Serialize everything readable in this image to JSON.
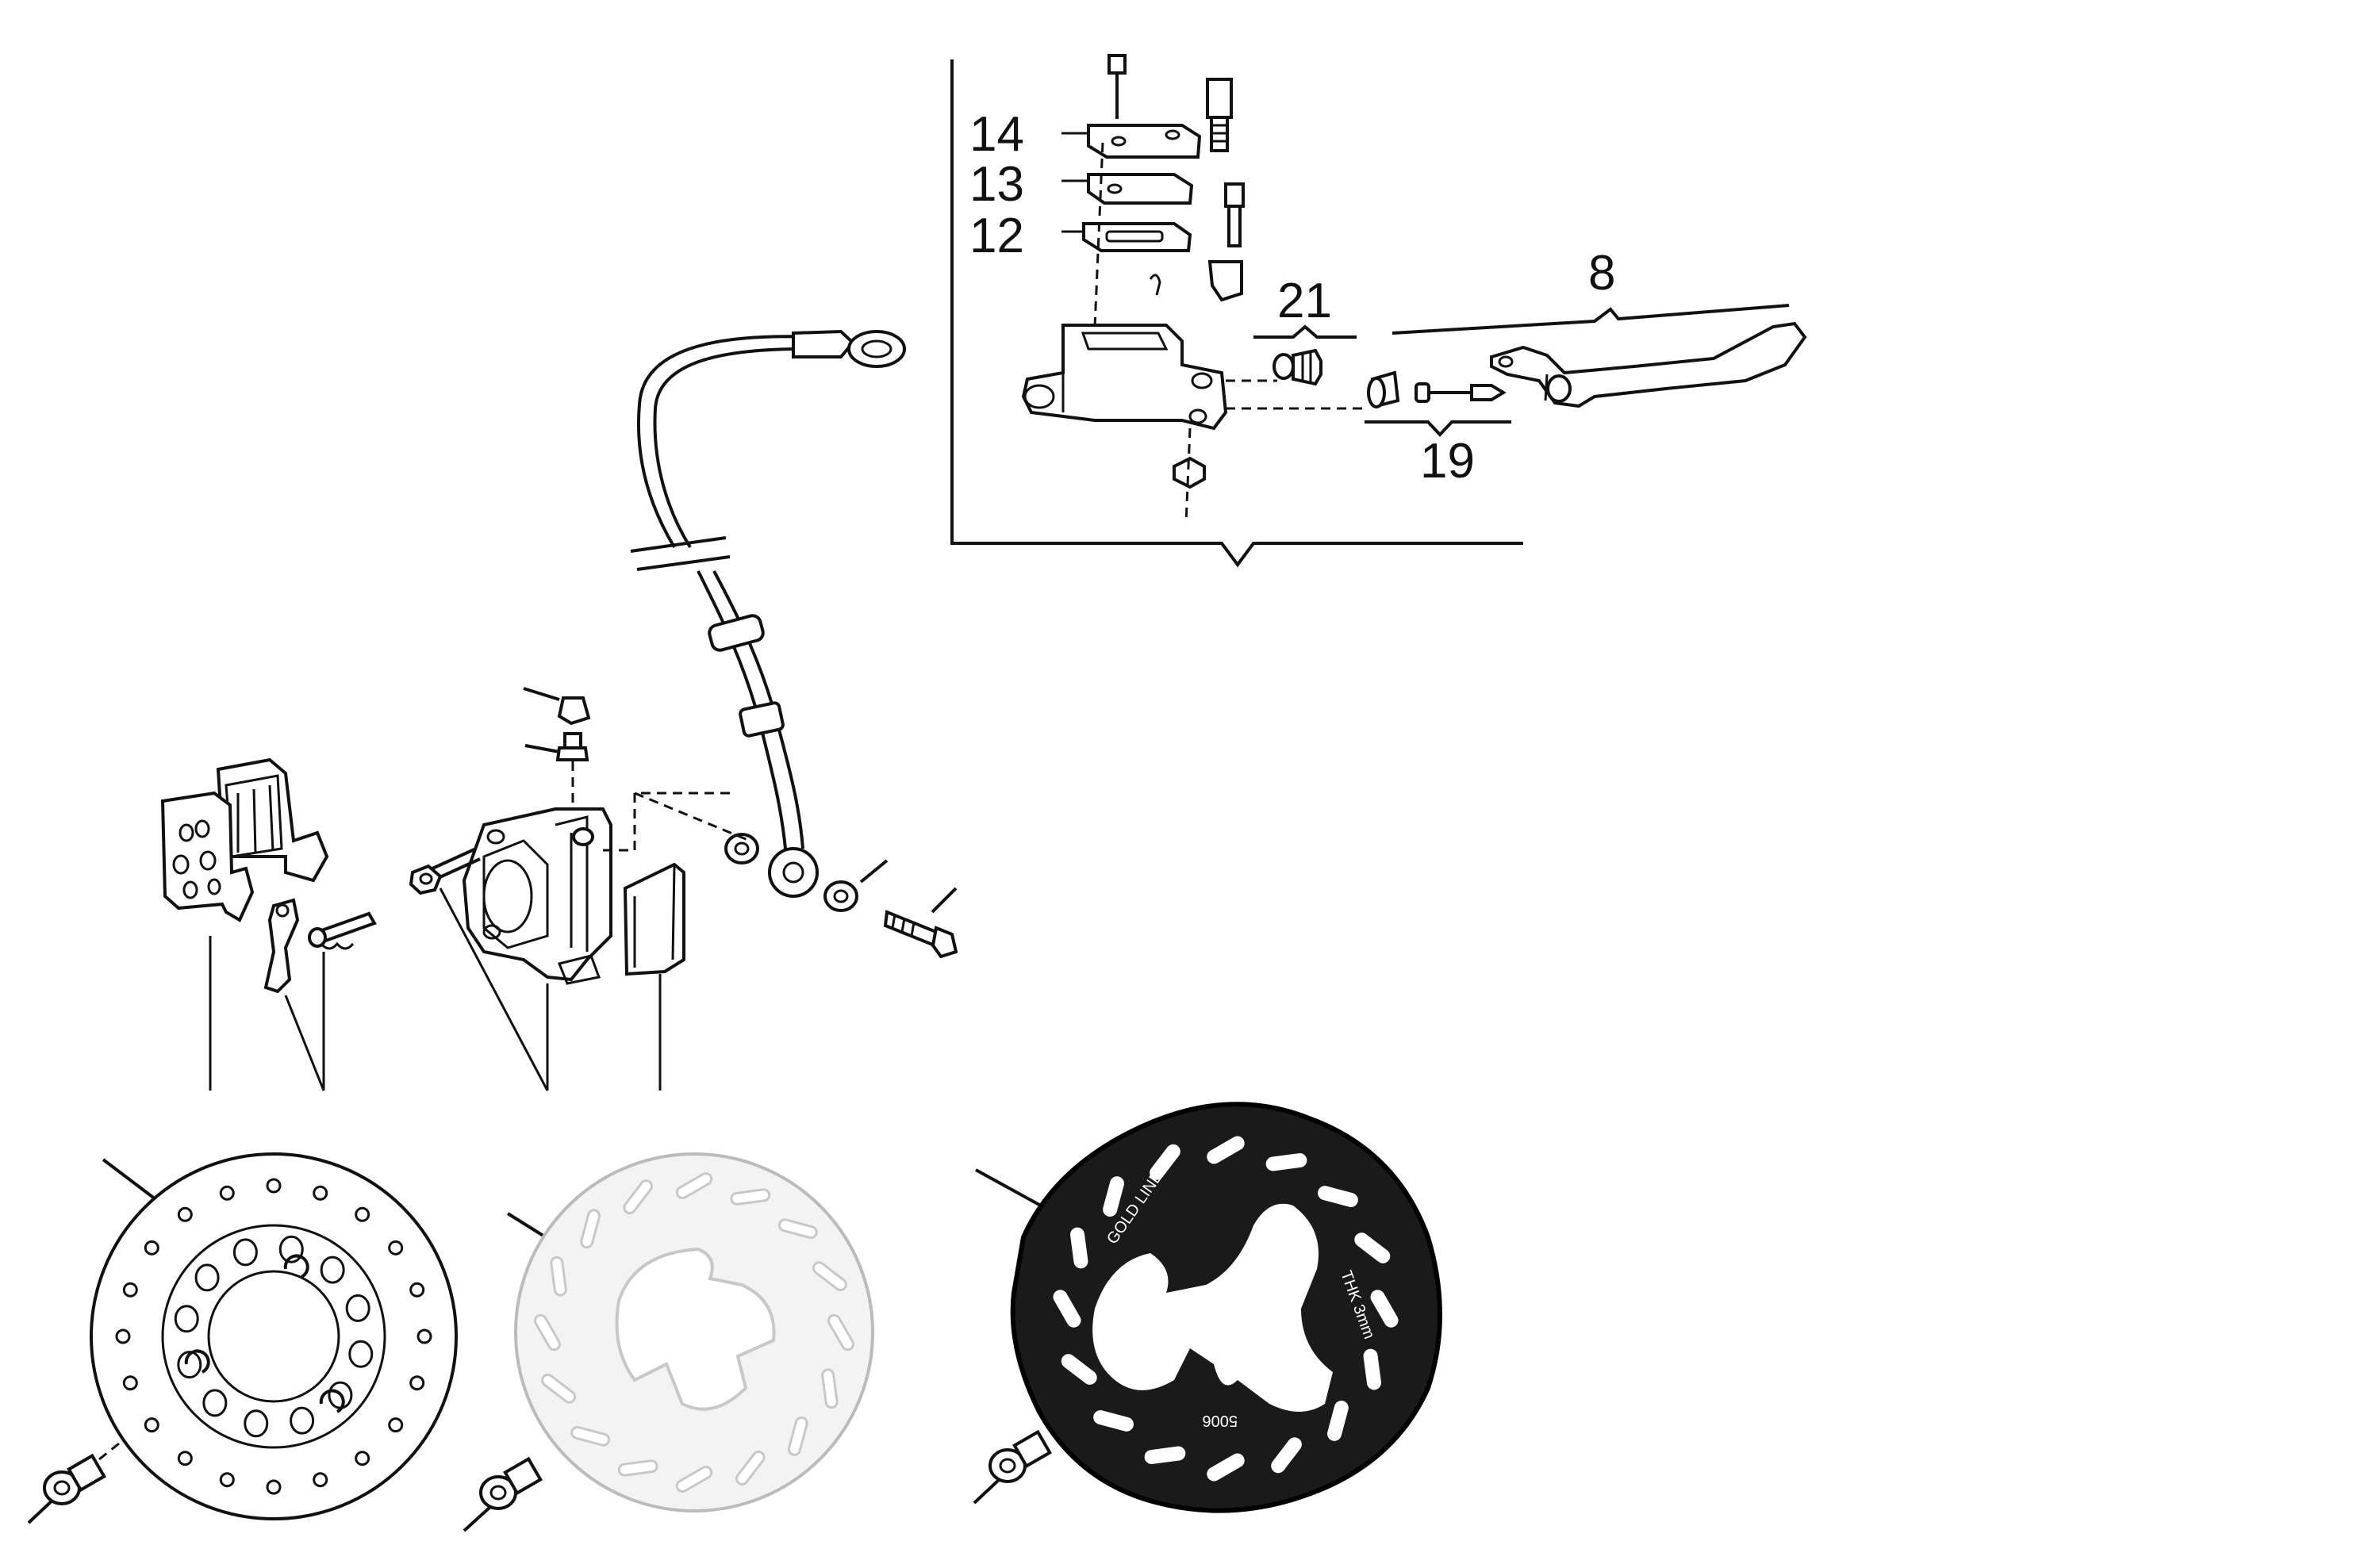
{
  "callouts": {
    "c14": "14",
    "c13": "13",
    "c12": "12",
    "c21": "21",
    "c8": "8",
    "c19": "19"
  },
  "discs": {
    "disc3_text_top": "THK 3mm",
    "disc3_text_left": "GOLD LINE",
    "disc3_text_bottom": "5006"
  }
}
